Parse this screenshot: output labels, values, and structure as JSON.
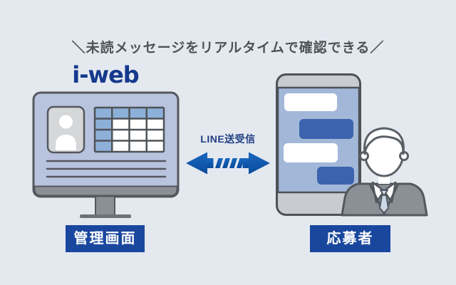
{
  "title": "＼未読メッセージをリアルタイムで確認できる／",
  "admin": {
    "logo": "i-web",
    "label": "管理画面"
  },
  "connection": {
    "label": "LINE送受信"
  },
  "applicant": {
    "label": "応募者"
  },
  "colors": {
    "background": "#e4e9f0",
    "brand_blue": "#15398c",
    "label_bg": "#1a479e",
    "label_text": "#ffffff",
    "title_text": "#4d5257",
    "connection_text": "#203e82",
    "arrow_blue_top": "#1868be",
    "arrow_blue_bottom": "#0a4c9c",
    "monitor_screen": "#b8c3de",
    "table_header_blue": "#8db0d8",
    "phone_screen": "#a3b8d8",
    "chat_bubble_blue": "#3c63ae",
    "suit_gray": "#8a9096",
    "device_gray": "#c8cbcf"
  }
}
